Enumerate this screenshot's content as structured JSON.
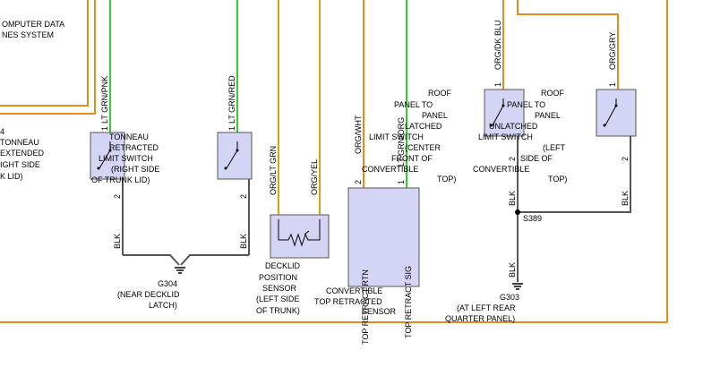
{
  "module": {
    "line1": "OMPUTER DATA",
    "line2": "NES SYSTEM"
  },
  "wires": {
    "lt_grn_pnk": "LT GRN/PNK",
    "lt_grn_red": "LT GRN/RED",
    "org_lt_grn": "ORG/LT GRN",
    "org_yel": "ORG/YEL",
    "org_wht": "ORG/WHT",
    "lt_grn_org": "LT GRN/ORG",
    "org_dk_blu": "ORG/DK BLU",
    "org_gry": "ORG/GRY",
    "blk": "BLK"
  },
  "pins": {
    "p1": "1",
    "p2": "2"
  },
  "left_edge": {
    "l1": "4",
    "l2": "TONNEAU",
    "l3": "EXTENDED",
    "l4": "IGHT SIDE",
    "l5": "K LID)"
  },
  "tonneau_retracted": {
    "l1": "TONNEAU",
    "l2": "RETRACTED",
    "l3": "LIMIT SWITCH",
    "l4": "(RIGHT SIDE",
    "l5": "OF TRUNK LID)"
  },
  "decklid_sensor": {
    "l1": "DECKLID",
    "l2": "POSITION",
    "l3": "SENSOR",
    "l4": "(LEFT SIDE",
    "l5": "OF TRUNK)"
  },
  "ground_g304": {
    "id": "G304",
    "l1": "(NEAR DECKLID",
    "l2": "LATCH)"
  },
  "top_retract_sensor": {
    "l1": "CONVERTIBLE",
    "l2": "TOP RETRACTED",
    "l3": "SENSOR",
    "pin_rtn": "TOP RETRACT RTN",
    "pin_sig": "TOP RETRACT SIG"
  },
  "roof_latched": {
    "l1": "ROOF",
    "l2": "PANEL TO",
    "l3": "PANEL",
    "l4": "LATCHED",
    "l5": "LIMIT SWITCH",
    "l6": "(CENTER",
    "l7": "FRONT OF",
    "l8": "CONVERTIBLE",
    "l9": "TOP)"
  },
  "roof_unlatched": {
    "l1": "ROOF",
    "l2": "PANEL TO",
    "l3": "PANEL",
    "l4": "UNLATCHED",
    "l5": "LIMIT SWITCH",
    "l6": "(LEFT",
    "l7": "SIDE OF",
    "l8": "CONVERTIBLE",
    "l9": "TOP)"
  },
  "splice": "S389",
  "ground_g303": {
    "id": "G303",
    "l1": "(AT LEFT REAR",
    "l2": "QUARTER PANEL)"
  },
  "colors": {
    "green": "#33cc33",
    "orange": "#e88a1a",
    "amber": "#d6a21a",
    "component_fill": "#d4d4f4",
    "wire_dark": "#555555"
  }
}
